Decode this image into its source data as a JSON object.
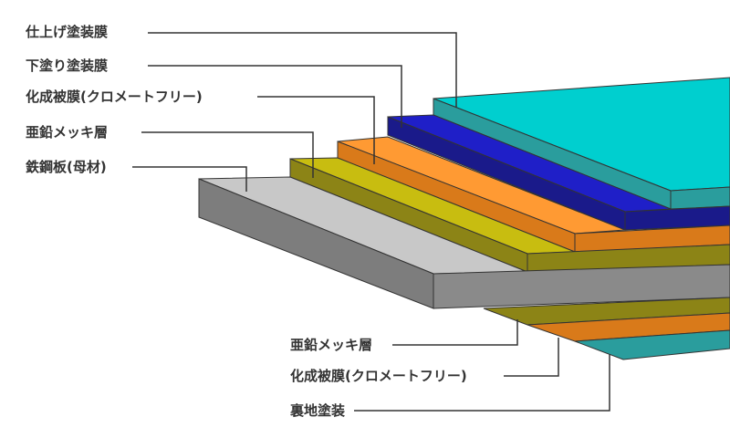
{
  "top_labels": [
    "仕上げ塗装膜",
    "下塗り塗装膜",
    "化成被膜(クロメートフリー)",
    "亜鉛メッキ層",
    "鉄鋼板(母材)"
  ],
  "bottom_labels": [
    "亜鉛メッキ層",
    "化成被膜(クロメートフリー)",
    "裏地塗装"
  ],
  "colors": {
    "finish_coat": "#00cfcf",
    "primer_coat": "#1f1fc8",
    "chemical_film": "#ff9a33",
    "zinc_layer": "#c8bd10",
    "steel_base": "#c8c8c8",
    "back_coat": "#2a9d9d",
    "leader_line": "#333333"
  }
}
